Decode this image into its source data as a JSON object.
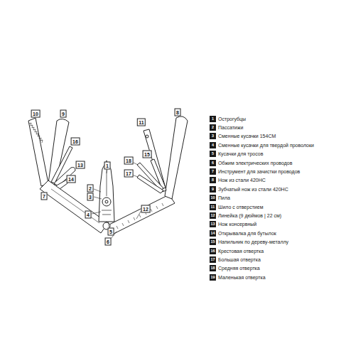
{
  "diagram": {
    "labels": [
      "10",
      "9",
      "16",
      "13",
      "14",
      "7",
      "2",
      "1",
      "3",
      "4",
      "5",
      "6",
      "12",
      "11",
      "8",
      "18",
      "17",
      "15",
      "1",
      "Острогубцы",
      "2",
      "Пассатижи",
      "3",
      "Сменные кусачки 154CM",
      "4",
      "Сменные кусачки для твердой проволоки",
      "5",
      "Кусачки для тросов",
      "6",
      "Обжим электрических проводов",
      "7",
      "Инструмент для зачистки проводов",
      "8",
      "Нож из стали 420HC",
      "9",
      "Зубчатый нож из стали 420HC",
      "10",
      "Пила",
      "11",
      "Шило с отверстием",
      "12",
      "Линейка (9 дюймов | 22 см)",
      "13",
      "Нож консервный",
      "14",
      "Открывалка для бутылок",
      "15",
      "Напильник по дереву-металлу",
      "16",
      "Крестовая отвертка",
      "17",
      "Большая отвертка",
      "18",
      "Средняя отвертка",
      "19",
      "Маленькая отвертка"
    ]
  }
}
